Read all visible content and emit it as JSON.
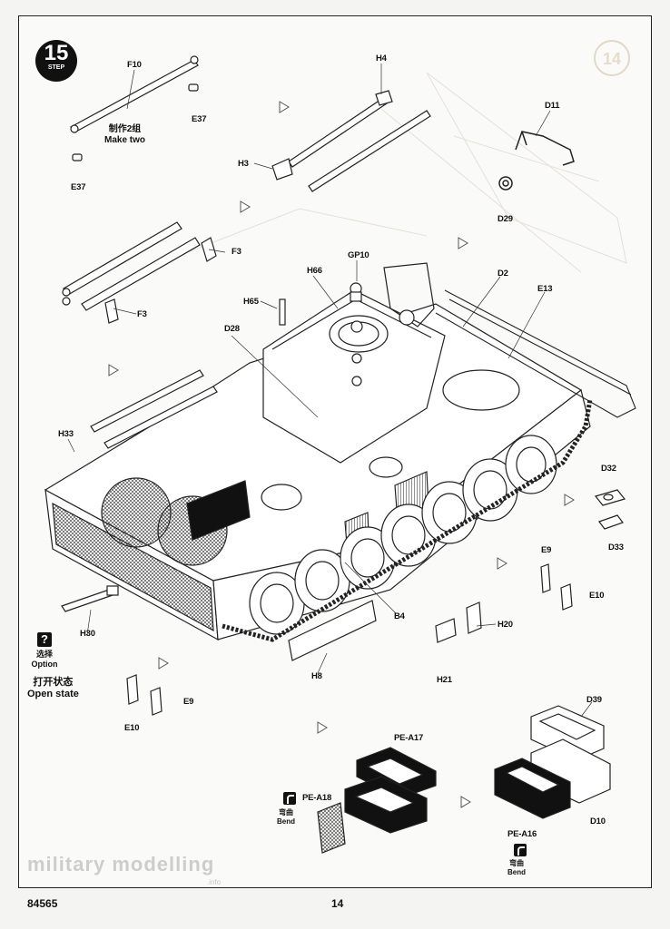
{
  "step": {
    "number": "15",
    "word": "STEP",
    "ghost_next": "14"
  },
  "parts": {
    "F10": "F10",
    "E37_top": "E37",
    "E37_left": "E37",
    "H4": "H4",
    "H3": "H3",
    "D11": "D11",
    "D29": "D29",
    "F3_a": "F3",
    "F3_b": "F3",
    "GP10": "GP10",
    "H66": "H66",
    "H65": "H65",
    "D2": "D2",
    "E13": "E13",
    "D28": "D28",
    "H33": "H33",
    "D32": "D32",
    "D33": "D33",
    "E9_right": "E9",
    "E10_right": "E10",
    "B4": "B4",
    "H20": "H20",
    "H21": "H21",
    "H30": "H30",
    "H8": "H8",
    "E9_left": "E9",
    "E10_left": "E10",
    "D39": "D39",
    "PE_A17": "PE-A17",
    "PE_A18": "PE-A18",
    "D10": "D10",
    "PE_A16": "PE-A16"
  },
  "notes": {
    "make_two_cn": "制作2组",
    "make_two_en": "Make two",
    "option_cn": "选择",
    "option_en": "Option",
    "open_state_cn": "打开状态",
    "open_state_en": "Open state",
    "bend_cn": "弯曲",
    "bend_en": "Bend"
  },
  "footer": {
    "kit_number": "84565",
    "page_number": "14"
  },
  "watermark": {
    "text": "military modelling",
    "sub": ".info"
  }
}
